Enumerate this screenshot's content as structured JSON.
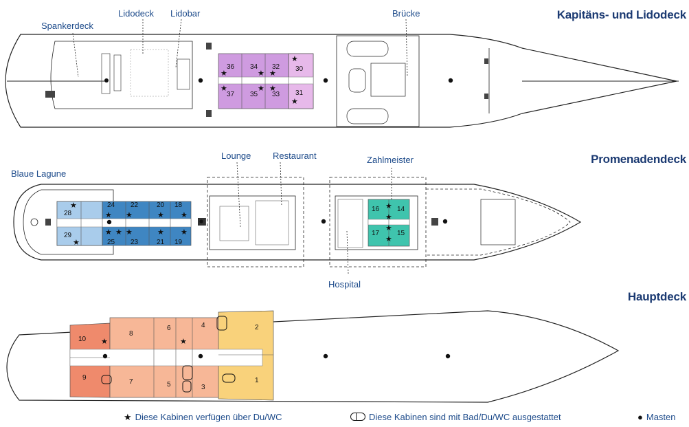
{
  "decks": {
    "kapitaen": {
      "title": "Kapitäns- und Lidodeck"
    },
    "promenade": {
      "title": "Promenadendeck"
    },
    "haupt": {
      "title": "Hauptdeck"
    }
  },
  "callouts": {
    "spankerdeck": "Spankerdeck",
    "lidodeck": "Lidodeck",
    "lidobar": "Lidobar",
    "bruecke": "Brücke",
    "blaue_lagune": "Blaue Lagune",
    "lounge": "Lounge",
    "restaurant": "Restaurant",
    "zahlmeister": "Zahlmeister",
    "hospital": "Hospital"
  },
  "legend": {
    "star_text": "Diese Kabinen verfügen über Du/WC",
    "bath_text": "Diese Kabinen sind mit Bad/Du/WC ausgestattet",
    "mast_text": "Masten"
  },
  "colors": {
    "lido_cabins": "#cf9be0",
    "lido_cabins_light": "#e7b9ea",
    "promenade_cabins": "#3f86c2",
    "promenade_cabins_light": "#a9cceb",
    "zahlmeister_cabins": "#3fc4ad",
    "haupt_dark": "#ef8a6c",
    "haupt_mid": "#f7b797",
    "haupt_yellow": "#f9d27b",
    "deck_title": "#1b3a72",
    "callout": "#1c4a8a"
  },
  "cabins": {
    "kapitaen": [
      {
        "no": "36",
        "star": true
      },
      {
        "no": "34",
        "star": true
      },
      {
        "no": "32",
        "star": true
      },
      {
        "no": "30",
        "star": true
      },
      {
        "no": "37",
        "star": true
      },
      {
        "no": "35",
        "star": true
      },
      {
        "no": "33",
        "star": true
      },
      {
        "no": "31",
        "star": true
      }
    ],
    "promenade": [
      {
        "no": "28",
        "star": true
      },
      {
        "no": "24",
        "star": true
      },
      {
        "no": "22",
        "star": true
      },
      {
        "no": "20",
        "star": true
      },
      {
        "no": "18",
        "star": true
      },
      {
        "no": "29",
        "star": true
      },
      {
        "no": "25",
        "star": true
      },
      {
        "no": "23",
        "star": true
      },
      {
        "no": "21",
        "star": true
      },
      {
        "no": "19",
        "star": true
      },
      {
        "no": "16",
        "star": true
      },
      {
        "no": "14",
        "star": false
      },
      {
        "no": "17",
        "star": true
      },
      {
        "no": "15",
        "star": true
      }
    ],
    "haupt": [
      {
        "no": "10",
        "star": true
      },
      {
        "no": "9",
        "star": false
      },
      {
        "no": "8",
        "star": false
      },
      {
        "no": "7",
        "star": false
      },
      {
        "no": "6",
        "star": false
      },
      {
        "no": "5",
        "star": false
      },
      {
        "no": "4",
        "star": true
      },
      {
        "no": "3",
        "bath": true
      },
      {
        "no": "2",
        "star": false
      },
      {
        "no": "1",
        "bath": true
      }
    ]
  }
}
